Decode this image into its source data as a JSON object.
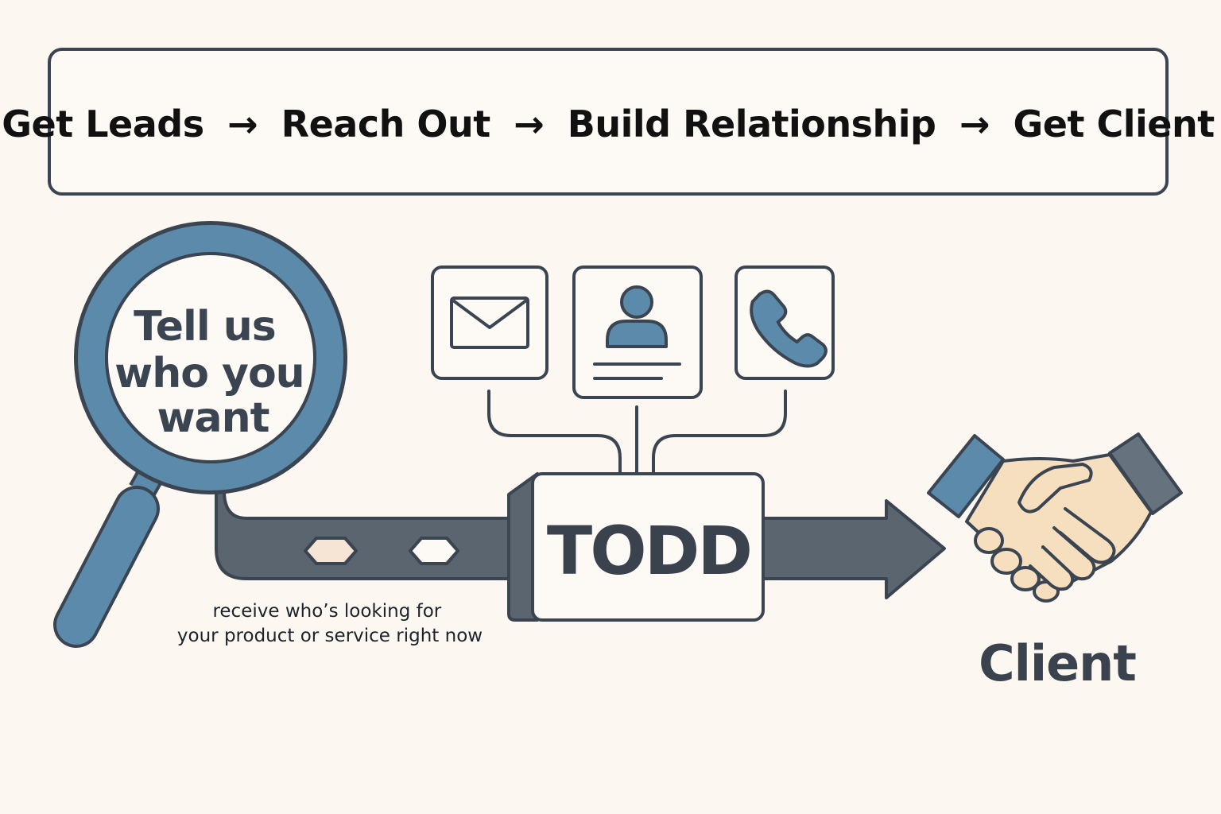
{
  "header": {
    "flow": [
      "Get Leads",
      "Reach Out",
      "Build Relationship",
      "Get Client"
    ],
    "separator": "→"
  },
  "search": {
    "lines": [
      "Tell us",
      "who you",
      "want"
    ]
  },
  "channels": {
    "icons": [
      "envelope-icon",
      "contact-card-icon",
      "phone-icon"
    ]
  },
  "pipeline": {
    "caption_lines": [
      "receive who’s looking for",
      "your product or service right now"
    ]
  },
  "hub": {
    "label": "TODD"
  },
  "result": {
    "label": "Client",
    "icon": "handshake-icon"
  },
  "colors": {
    "background": "#fcf7f0",
    "outline": "#3b4552",
    "accent_blue": "#5b8aaa",
    "pipe_gray": "#5a6570",
    "skin": "#f6dfbe"
  }
}
